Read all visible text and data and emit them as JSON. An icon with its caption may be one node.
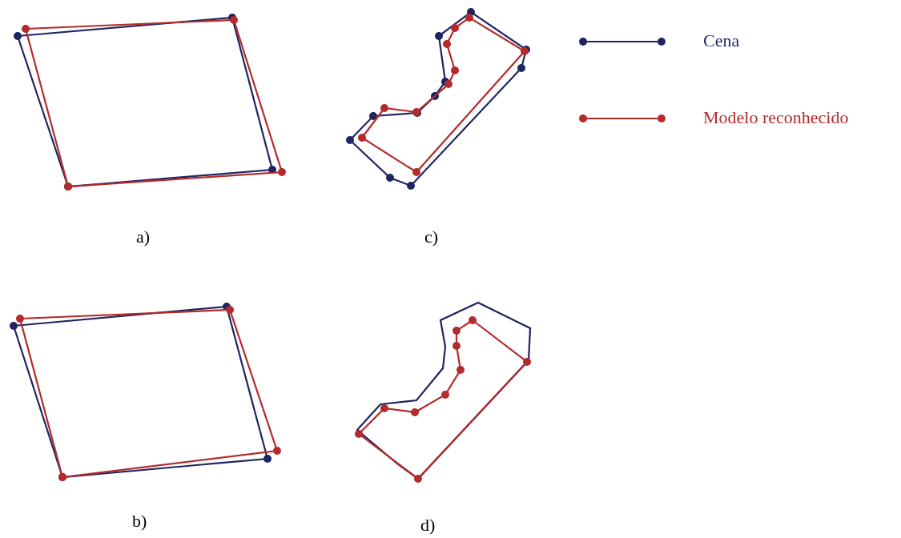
{
  "diagram": {
    "labels": [
      "a)",
      "c)",
      "b)",
      "d)"
    ],
    "legend": [
      {
        "text": "Cena"
      },
      {
        "text": "Modelo reconhecido"
      }
    ]
  }
}
